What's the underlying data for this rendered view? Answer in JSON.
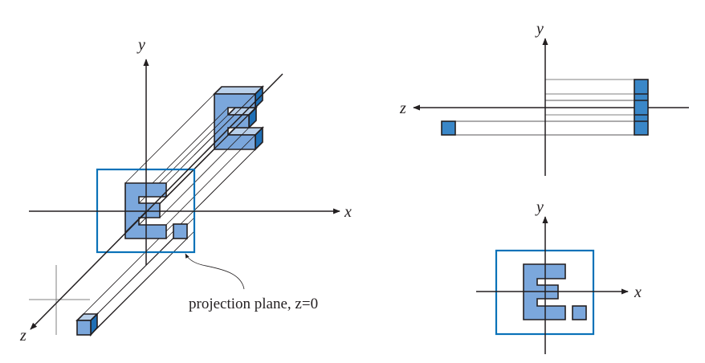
{
  "labels": {
    "x": "x",
    "y": "y",
    "z": "z",
    "projection_plane": "projection plane, z=0"
  },
  "panels": [
    "3d-view",
    "side-view-zy",
    "front-view-xy"
  ],
  "colors": {
    "face": "#7ba7dc",
    "top_face": "#b9d0ea",
    "side_face": "#1f6fb5",
    "side_view_fill": "#3a87c8",
    "plane": "#0a72b8",
    "ink": "#231f20"
  }
}
